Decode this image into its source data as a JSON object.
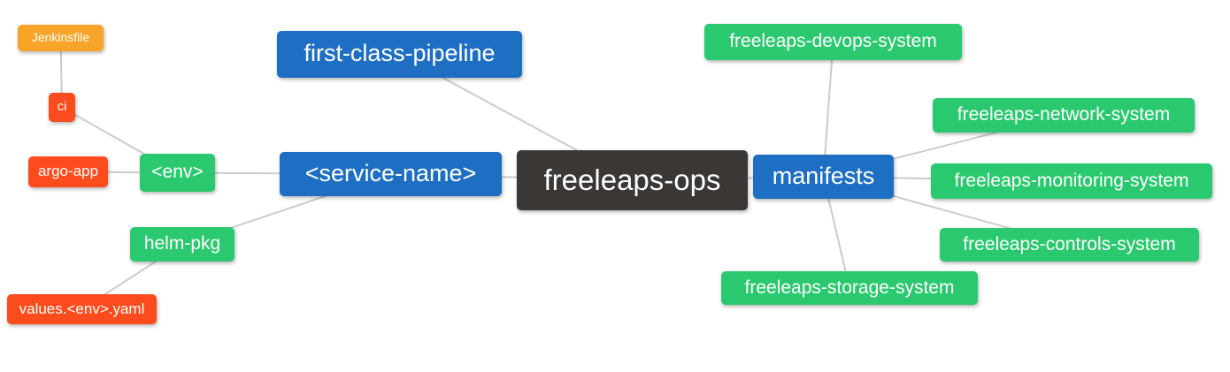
{
  "diagram": {
    "type": "mindmap",
    "root": "freeleaps-ops",
    "colors": {
      "blue": "#1e6fc3",
      "green": "#2bc96f",
      "red": "#fc4c1d",
      "amber": "#f7a428",
      "dark": "#3b3735",
      "line": "#cccccc",
      "text": "#ffffff",
      "background": "#ffffff"
    },
    "nodes": [
      {
        "id": "jenkinsfile",
        "label": "Jenkinsfile",
        "color": "amber"
      },
      {
        "id": "ci",
        "label": "ci",
        "color": "red"
      },
      {
        "id": "argo-app",
        "label": "argo-app",
        "color": "red"
      },
      {
        "id": "env",
        "label": "<env>",
        "color": "green"
      },
      {
        "id": "helm-pkg",
        "label": "helm-pkg",
        "color": "green"
      },
      {
        "id": "values-env-yaml",
        "label": "values.<env>.yaml",
        "color": "red"
      },
      {
        "id": "first-class-pipeline",
        "label": "first-class-pipeline",
        "color": "blue"
      },
      {
        "id": "service-name",
        "label": "<service-name>",
        "color": "blue"
      },
      {
        "id": "freeleaps-ops",
        "label": "freeleaps-ops",
        "color": "dark"
      },
      {
        "id": "manifests",
        "label": "manifests",
        "color": "blue"
      },
      {
        "id": "devops-system",
        "label": "freeleaps-devops-system",
        "color": "green"
      },
      {
        "id": "network-system",
        "label": "freeleaps-network-system",
        "color": "green"
      },
      {
        "id": "monitoring-system",
        "label": "freeleaps-monitoring-system",
        "color": "green"
      },
      {
        "id": "controls-system",
        "label": "freeleaps-controls-system",
        "color": "green"
      },
      {
        "id": "storage-system",
        "label": "freeleaps-storage-system",
        "color": "green"
      }
    ],
    "edges": [
      {
        "from": "jenkinsfile",
        "to": "ci"
      },
      {
        "from": "ci",
        "to": "env"
      },
      {
        "from": "argo-app",
        "to": "env"
      },
      {
        "from": "env",
        "to": "service-name"
      },
      {
        "from": "helm-pkg",
        "to": "service-name"
      },
      {
        "from": "values-env-yaml",
        "to": "helm-pkg"
      },
      {
        "from": "first-class-pipeline",
        "to": "freeleaps-ops"
      },
      {
        "from": "service-name",
        "to": "freeleaps-ops"
      },
      {
        "from": "freeleaps-ops",
        "to": "manifests"
      },
      {
        "from": "manifests",
        "to": "devops-system"
      },
      {
        "from": "manifests",
        "to": "network-system"
      },
      {
        "from": "manifests",
        "to": "monitoring-system"
      },
      {
        "from": "manifests",
        "to": "controls-system"
      },
      {
        "from": "manifests",
        "to": "storage-system"
      }
    ]
  }
}
